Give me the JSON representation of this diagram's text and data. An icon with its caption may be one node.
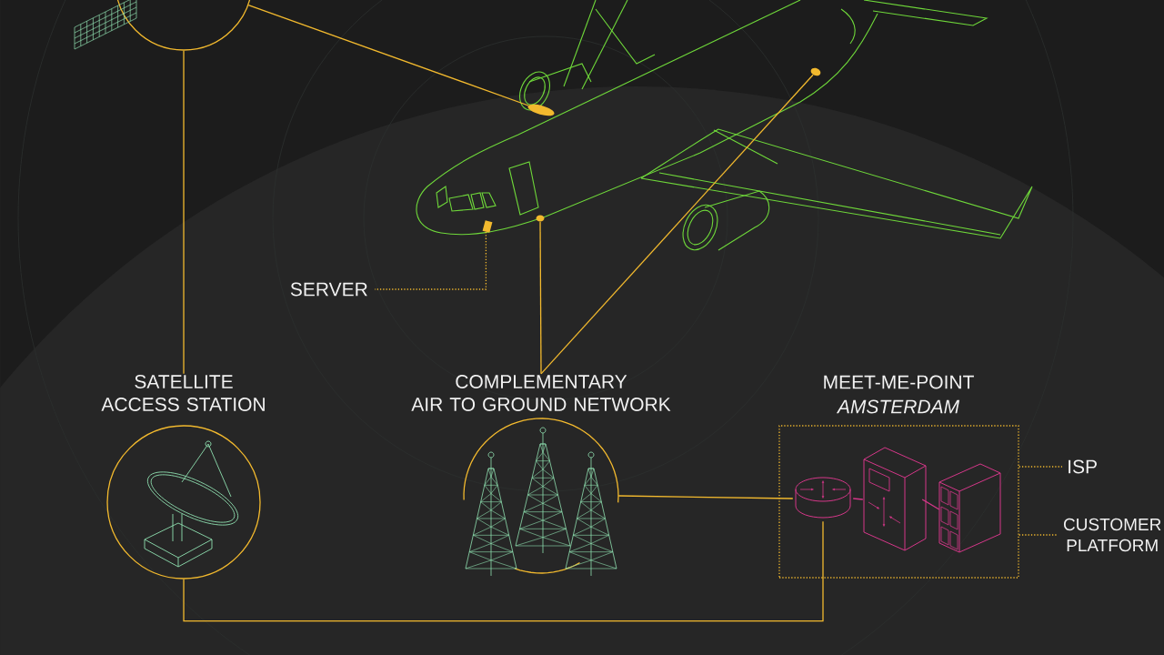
{
  "diagram": {
    "nodes": [
      {
        "text": [],
        "shape": "circle"
      },
      {
        "text": [],
        "shape": "picture"
      },
      {
        "text": [],
        "shape": "bar",
        "in": 1
      },
      {
        "text": [],
        "shape": "bar",
        "in": 1
      },
      {
        "text": [],
        "shape": "bar",
        "in": 1
      },
      {
        "text": [],
        "shape": "box",
        "in": 1
      },
      {
        "text": [
          "SERVER"
        ]
      },
      {
        "text": [
          "SATELLITE ACCESS STATION"
        ]
      },
      {
        "text": [
          "COMPLEMENTARY AIR TO GROUND NETWORK"
        ]
      },
      {
        "text": [
          "MEET-ME-POINT",
          "AMSTERDAM"
        ]
      },
      {
        "text": [],
        "shape": "picture",
        "in": 9
      },
      {
        "text": [],
        "shape": "picture",
        "in": 9
      },
      {
        "text": [],
        "shape": "picture",
        "in": 9
      },
      {
        "text": [
          "ISP"
        ]
      },
      {
        "text": [
          "CUSTOMER PLATFORM"
        ]
      }
    ],
    "edges": [
      {
        "from": 0,
        "to": 2,
        "arrow": "none"
      },
      {
        "from": 0,
        "to": 7,
        "arrow": "none"
      },
      {
        "from": 3,
        "to": 8,
        "arrow": "none"
      },
      {
        "from": 4,
        "to": 8,
        "arrow": "none"
      },
      {
        "from": 5,
        "to": 6,
        "arrow": "none",
        "style": "dashed"
      },
      {
        "from": 7,
        "to": 10,
        "arrow": "none"
      },
      {
        "from": 8,
        "to": 10,
        "arrow": "none"
      },
      {
        "from": 10,
        "to": 11,
        "arrow": "none",
        "color": "#d6378a"
      },
      {
        "from": 11,
        "to": 12,
        "arrow": "none",
        "color": "#d6378a"
      },
      {
        "from": 9,
        "to": 13,
        "arrow": "none",
        "style": "dashed"
      },
      {
        "from": 9,
        "to": 14,
        "arrow": "none",
        "style": "dashed"
      }
    ]
  }
}
